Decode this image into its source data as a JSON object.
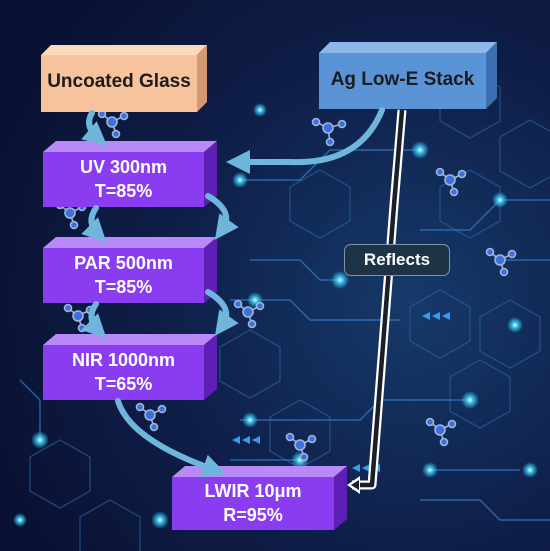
{
  "boxes": {
    "uncoated": {
      "label": "Uncoated Glass"
    },
    "ag_stack": {
      "label": "Ag Low-E Stack"
    },
    "uv": {
      "line1": "UV 300nm",
      "line2": "T=85%"
    },
    "par": {
      "line1": "PAR 500nm",
      "line2": "T=85%"
    },
    "nir": {
      "line1": "NIR 1000nm",
      "line2": "T=65%"
    },
    "lwir": {
      "line1": "LWIR 10μm",
      "line2": "R=95%"
    }
  },
  "reflects_label": "Reflects",
  "colors": {
    "uncoated_face": "#f6c39c",
    "ag_face": "#5b94d6",
    "violet_face": "#8a3df0",
    "background": "#0e1a3f",
    "circuit_glow": "#27d3ff",
    "arrow": "#6fb6dc"
  },
  "decorative_icons": [
    "molecule-icon",
    "hexagon-pattern",
    "circuit-lines"
  ]
}
